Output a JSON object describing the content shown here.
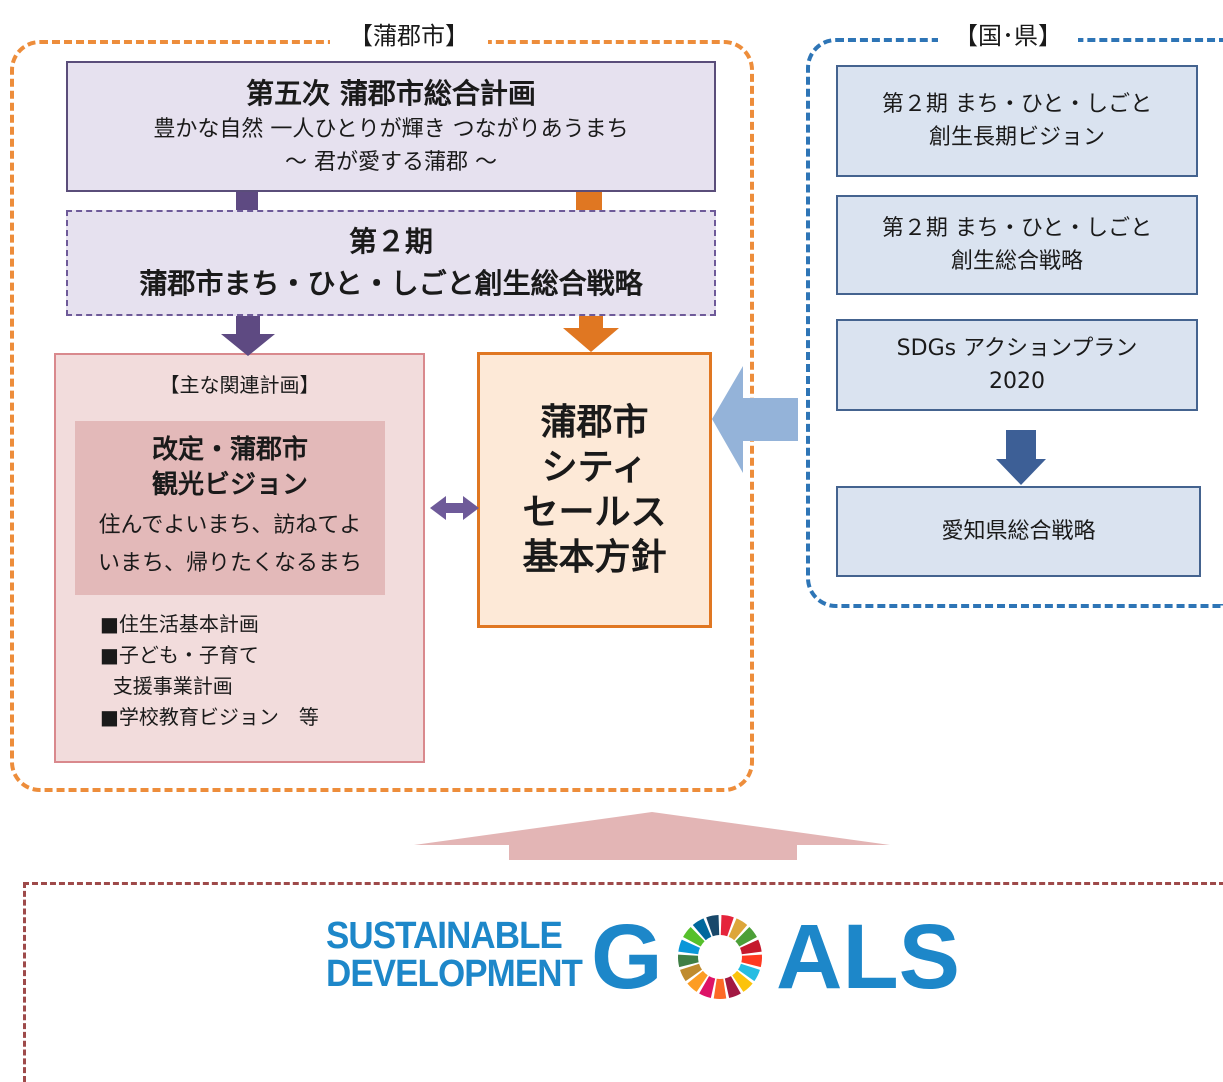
{
  "gamagori": {
    "title": "【蒲郡市】",
    "master_plan": {
      "title": "第五次  蒲郡市総合計画",
      "subtitle": "豊かな自然 一人ひとりが輝き つながりあうまち",
      "motto": "～   君が愛する蒲郡   ～"
    },
    "strategy": {
      "line1": "第２期",
      "line2": "蒲郡市まち・ひと・しごと創生総合戦略"
    },
    "related_plans": {
      "title": "【主な関連計画】",
      "tourism": {
        "title_line1": "改定・蒲郡市",
        "title_line2": "観光ビジョン",
        "slogan_line1": "住んでよいまち、訪ねてよ",
        "slogan_line2": "いまち、帰りたくなるまち"
      },
      "items": [
        "■住生活基本計画",
        "■子ども・子育て",
        "  支援事業計画",
        "■学校教育ビジョン　等"
      ]
    },
    "city_sales": {
      "line1": "蒲郡市",
      "line2": "シティ",
      "line3": "セールス",
      "line4": "基本方針"
    }
  },
  "nation": {
    "title": "【国･県】",
    "boxes": [
      {
        "line1": "第２期 まち・ひと・しごと",
        "line2": "創生長期ビジョン"
      },
      {
        "line1": "第２期 まち・ひと・しごと",
        "line2": "創生総合戦略"
      },
      {
        "line1": "SDGs アクションプラン",
        "line2": "2020"
      },
      {
        "line1": "愛知県総合戦略",
        "line2": ""
      }
    ]
  },
  "sdgs": {
    "logo_word1": "SUSTAINABLE",
    "logo_word2": "DEVELOPMENT",
    "logo_g": "G",
    "logo_als": "ALS",
    "wheel_colors": [
      "#e5243b",
      "#dda63a",
      "#4c9f38",
      "#c5192d",
      "#ff3a21",
      "#26bde2",
      "#fcc30b",
      "#a21942",
      "#fd6925",
      "#dd1367",
      "#fd9d24",
      "#bf8b2e",
      "#3f7e44",
      "#0a97d9",
      "#56c02b",
      "#00689d",
      "#19486a"
    ]
  },
  "colors": {
    "gamagori_border": "#ed8d3b",
    "nation_border": "#2e75b6",
    "purple_arrow": "#5e4a82",
    "orange_arrow": "#e07722",
    "blue_arrow": "#94b3d9",
    "navy_arrow": "#3d5f96",
    "pink_arrow": "#e3b5b5",
    "sdgs_blue": "#1d87c9"
  }
}
